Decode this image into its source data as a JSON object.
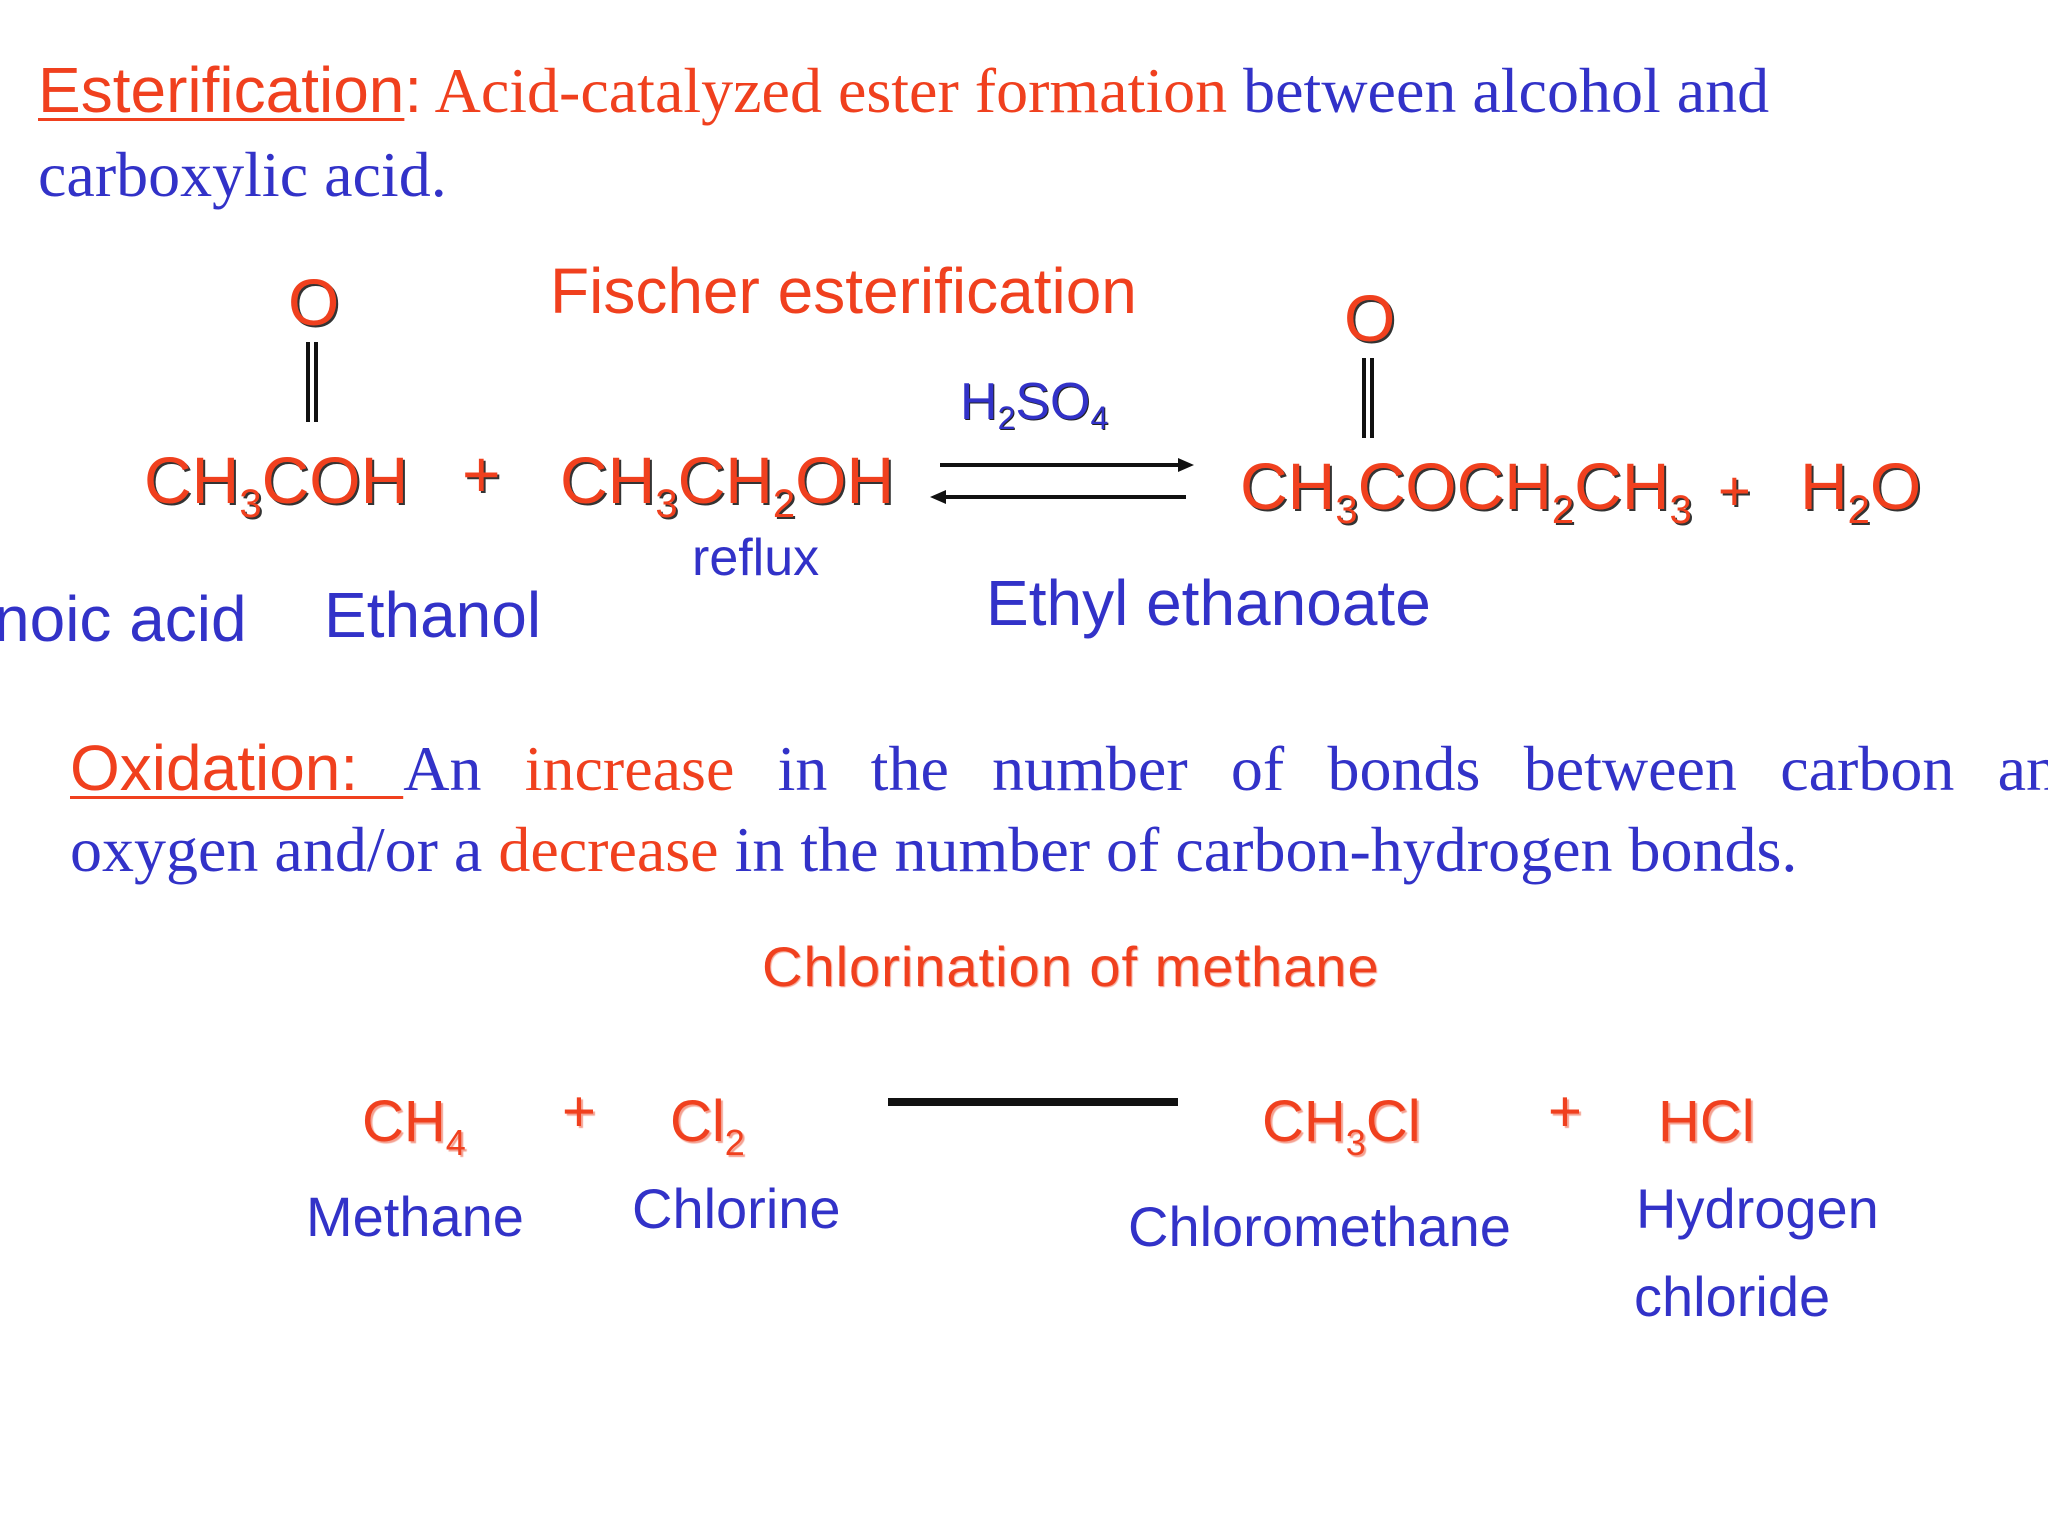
{
  "esterification": {
    "heading": "Esterification",
    "colon": ":",
    "def_red": "Acid-catalyzed ester formation",
    "def_blue": "between alcohol and",
    "def_line2": "carboxylic acid."
  },
  "fischer": {
    "title": "Fischer esterification",
    "reactant1": {
      "o": "O",
      "a": "CH",
      "s1": "3",
      "b": "COH"
    },
    "plus1": "+",
    "reactant2": {
      "a": "CH",
      "s1": "3",
      "b": "CH",
      "s2": "2",
      "c": "OH"
    },
    "catalyst": {
      "a": "H",
      "s1": "2",
      "b": "SO",
      "s2": "4"
    },
    "condition": "reflux",
    "product1": {
      "o": "O",
      "a": "CH",
      "s1": "3",
      "b": "COCH",
      "s2": "2",
      "c": "CH",
      "s3": "3"
    },
    "plus2": "+",
    "product2": {
      "a": "H",
      "s1": "2",
      "b": "O"
    },
    "labels": {
      "reactant1": "noic acid",
      "reactant2": "Ethanol",
      "product1": "Ethyl ethanoate"
    }
  },
  "oxidation": {
    "heading": "Oxidation: ",
    "w1": "An",
    "w2": "increase",
    "w3": "in the number of bonds  between carbon and",
    "line2_a": "oxygen and/or a ",
    "line2_red": "decrease",
    "line2_b": " in the number of carbon-hydrogen bonds."
  },
  "chlorination": {
    "title": "Chlorination of methane",
    "ch4": {
      "a": "CH",
      "s": "4"
    },
    "plus1": "+",
    "cl2": {
      "a": "Cl",
      "s": "2"
    },
    "ch3cl": {
      "a": "CH",
      "s": "3",
      "b": "Cl"
    },
    "plus2": "+",
    "hcl": "HCl",
    "labels": {
      "methane": "Methane",
      "chlorine": "Chlorine",
      "chloromethane": "Chloromethane",
      "hcl_line1": "Hydrogen",
      "hcl_line2": "chloride"
    }
  }
}
